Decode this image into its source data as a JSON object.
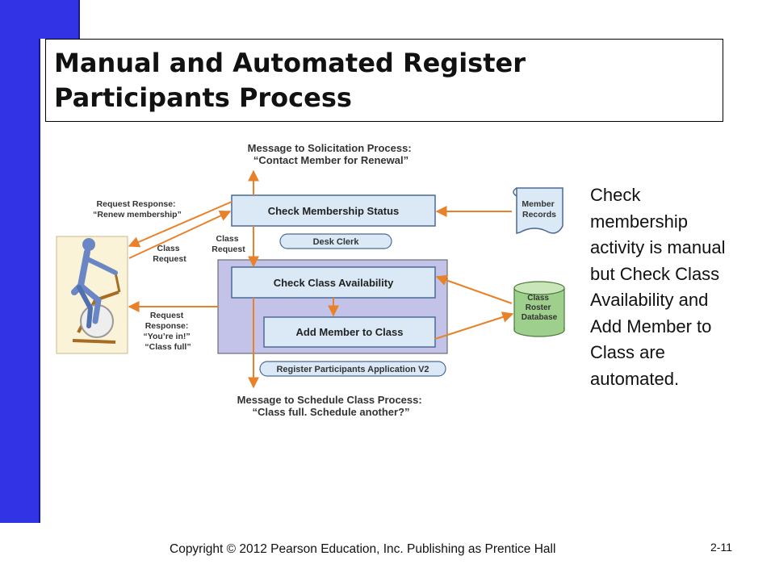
{
  "slide": {
    "title": "Manual and Automated Register\nParticipants Process",
    "side_text": "Check\nmembership\nactivity is manual\nbut Check Class\nAvailability and\nAdd Member to\nClass are\nautomated.",
    "footer": "Copyright © 2012 Pearson Education, Inc. Publishing as Prentice Hall",
    "page_number": "2-11"
  },
  "diagram": {
    "activities": {
      "check_membership": "Check Membership Status",
      "check_class": "Check Class Availability",
      "add_member": "Add Member to Class"
    },
    "roles": {
      "desk_clerk": "Desk Clerk",
      "application": "Register Participants Application V2"
    },
    "repositories": {
      "member_records": "Member\nRecords",
      "class_roster": "Class\nRoster\nDatabase"
    },
    "messages": {
      "solicitation": "Message to Solicitation Process:\n“Contact Member for Renewal”",
      "schedule": "Message to Schedule Class Process:\n“Class full. Schedule another?”",
      "renew_response": "Request Response:\n“Renew membership”",
      "class_request_left": "Class\nRequest",
      "class_request_mid": "Class\nRequest",
      "youre_in_response": "Request\nResponse:\n“You’re in!”\n“Class full”"
    },
    "colors": {
      "arrow": "#e8822a",
      "activity_fill": "#dbe9f7",
      "activity_stroke": "#4a6a94",
      "app_region": "#c3c3ea",
      "participant_box": "#fbf3d8",
      "slide_bar": "#3333e6"
    }
  }
}
